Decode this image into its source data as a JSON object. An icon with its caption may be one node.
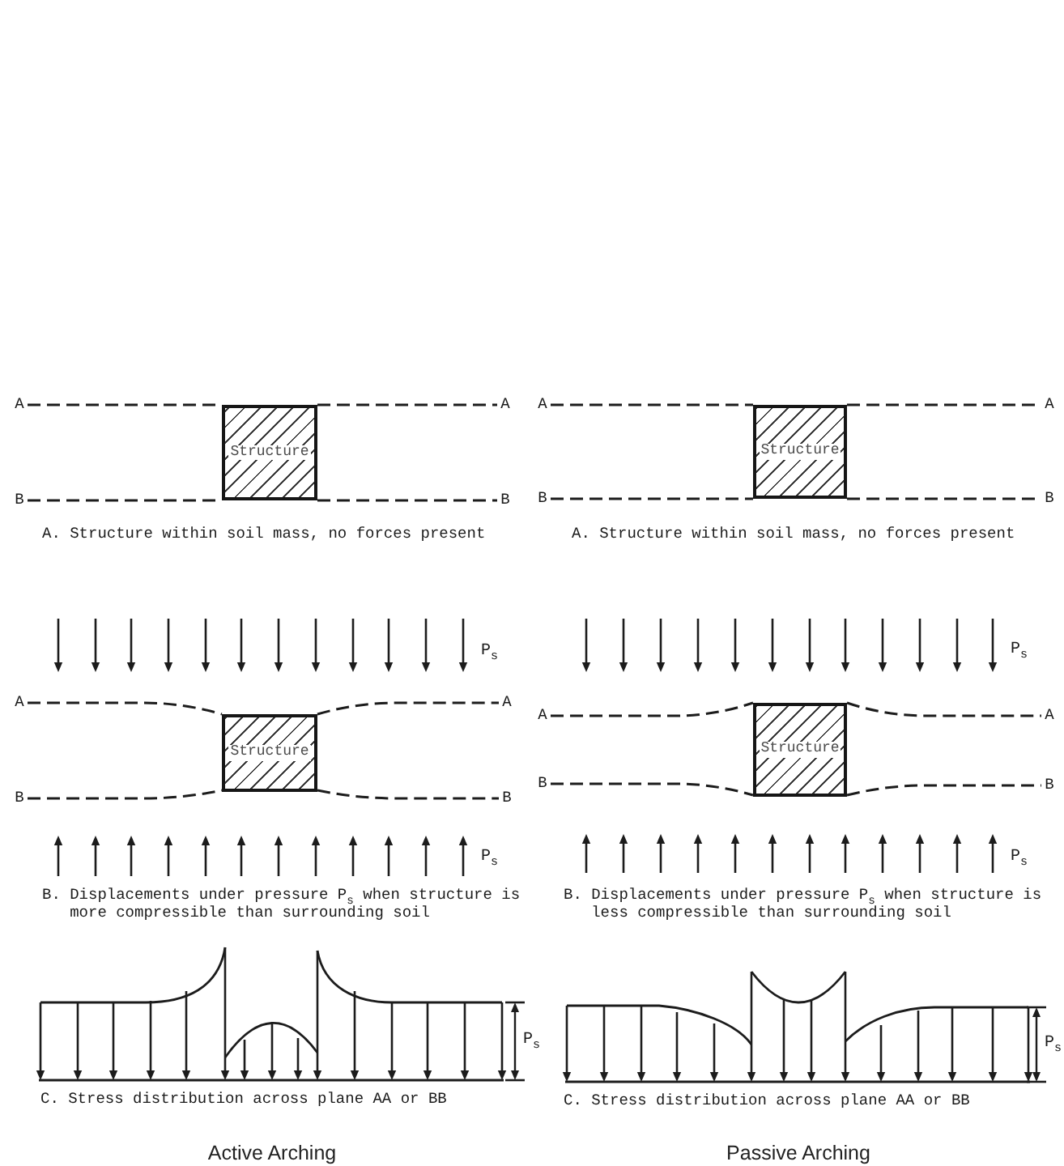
{
  "diagram": {
    "nodes": [
      {
        "text": [
          "A"
        ]
      },
      {
        "text": [
          "Structure"
        ]
      },
      {
        "text": [
          "A"
        ]
      },
      {
        "text": [
          "B"
        ]
      },
      {
        "text": [
          "B"
        ]
      },
      {
        "text": [
          "A"
        ]
      },
      {
        "text": [
          "Structure"
        ]
      },
      {
        "text": [
          "A"
        ]
      },
      {
        "text": [
          "B"
        ]
      },
      {
        "text": [
          "B"
        ]
      },
      {
        "text": [
          "A"
        ]
      },
      {
        "text": [
          "Structure"
        ]
      },
      {
        "text": [
          "A"
        ]
      },
      {
        "text": [
          "B"
        ]
      },
      {
        "text": [
          "B"
        ]
      },
      {
        "text": [
          "A"
        ]
      },
      {
        "text": [
          "Structure"
        ]
      },
      {
        "text": [
          "A"
        ]
      },
      {
        "text": [
          "B"
        ]
      },
      {
        "text": [
          "B"
        ]
      }
    ],
    "edges": [
      {
        "from": 0,
        "to": 1,
        "arrow": "none",
        "style": "dashed"
      },
      {
        "from": 1,
        "to": 2,
        "arrow": "none",
        "style": "dashed"
      },
      {
        "from": 3,
        "to": 1,
        "arrow": "none",
        "style": "dashed"
      },
      {
        "from": 1,
        "to": 4,
        "arrow": "none",
        "style": "dashed"
      },
      {
        "from": 5,
        "to": 6,
        "arrow": "none",
        "style": "dashed"
      },
      {
        "from": 6,
        "to": 7,
        "arrow": "none",
        "style": "dashed"
      },
      {
        "from": 8,
        "to": 6,
        "arrow": "none",
        "style": "dashed"
      },
      {
        "from": 6,
        "to": 9,
        "arrow": "none",
        "style": "dashed"
      },
      {
        "from": 10,
        "to": 11,
        "arrow": "none",
        "style": "dashed"
      },
      {
        "from": 11,
        "to": 12,
        "arrow": "none",
        "style": "dashed"
      },
      {
        "from": 13,
        "to": 11,
        "arrow": "none",
        "style": "dashed"
      },
      {
        "from": 11,
        "to": 14,
        "arrow": "none",
        "style": "dashed"
      },
      {
        "from": 15,
        "to": 16,
        "arrow": "none",
        "style": "dashed"
      },
      {
        "from": 16,
        "to": 17,
        "arrow": "none",
        "style": "dashed"
      },
      {
        "from": 18,
        "to": 16,
        "arrow": "none",
        "style": "dashed"
      },
      {
        "from": 16,
        "to": 19,
        "arrow": "none",
        "style": "dashed"
      }
    ],
    "labels": [
      "A. Structure within soil mass, no forces present",
      "A. Structure within soil mass, no forces present",
      "P$_{s}$",
      "P$_{s}$",
      "P$_{s}$",
      "P$_{s}$",
      "B. Displacements under pressure P$_{s}$ when structure is more compressible than surrounding soil",
      "B. Displacements under pressure P$_{s}$ when structure is less compressible than surrounding soil",
      "P$_{s}$",
      "P$_{s}$",
      "C. Stress distribution across plane AA or BB",
      "C. Stress distribution across plane AA or BB",
      "Active Arching",
      "Passive Arching"
    ]
  }
}
